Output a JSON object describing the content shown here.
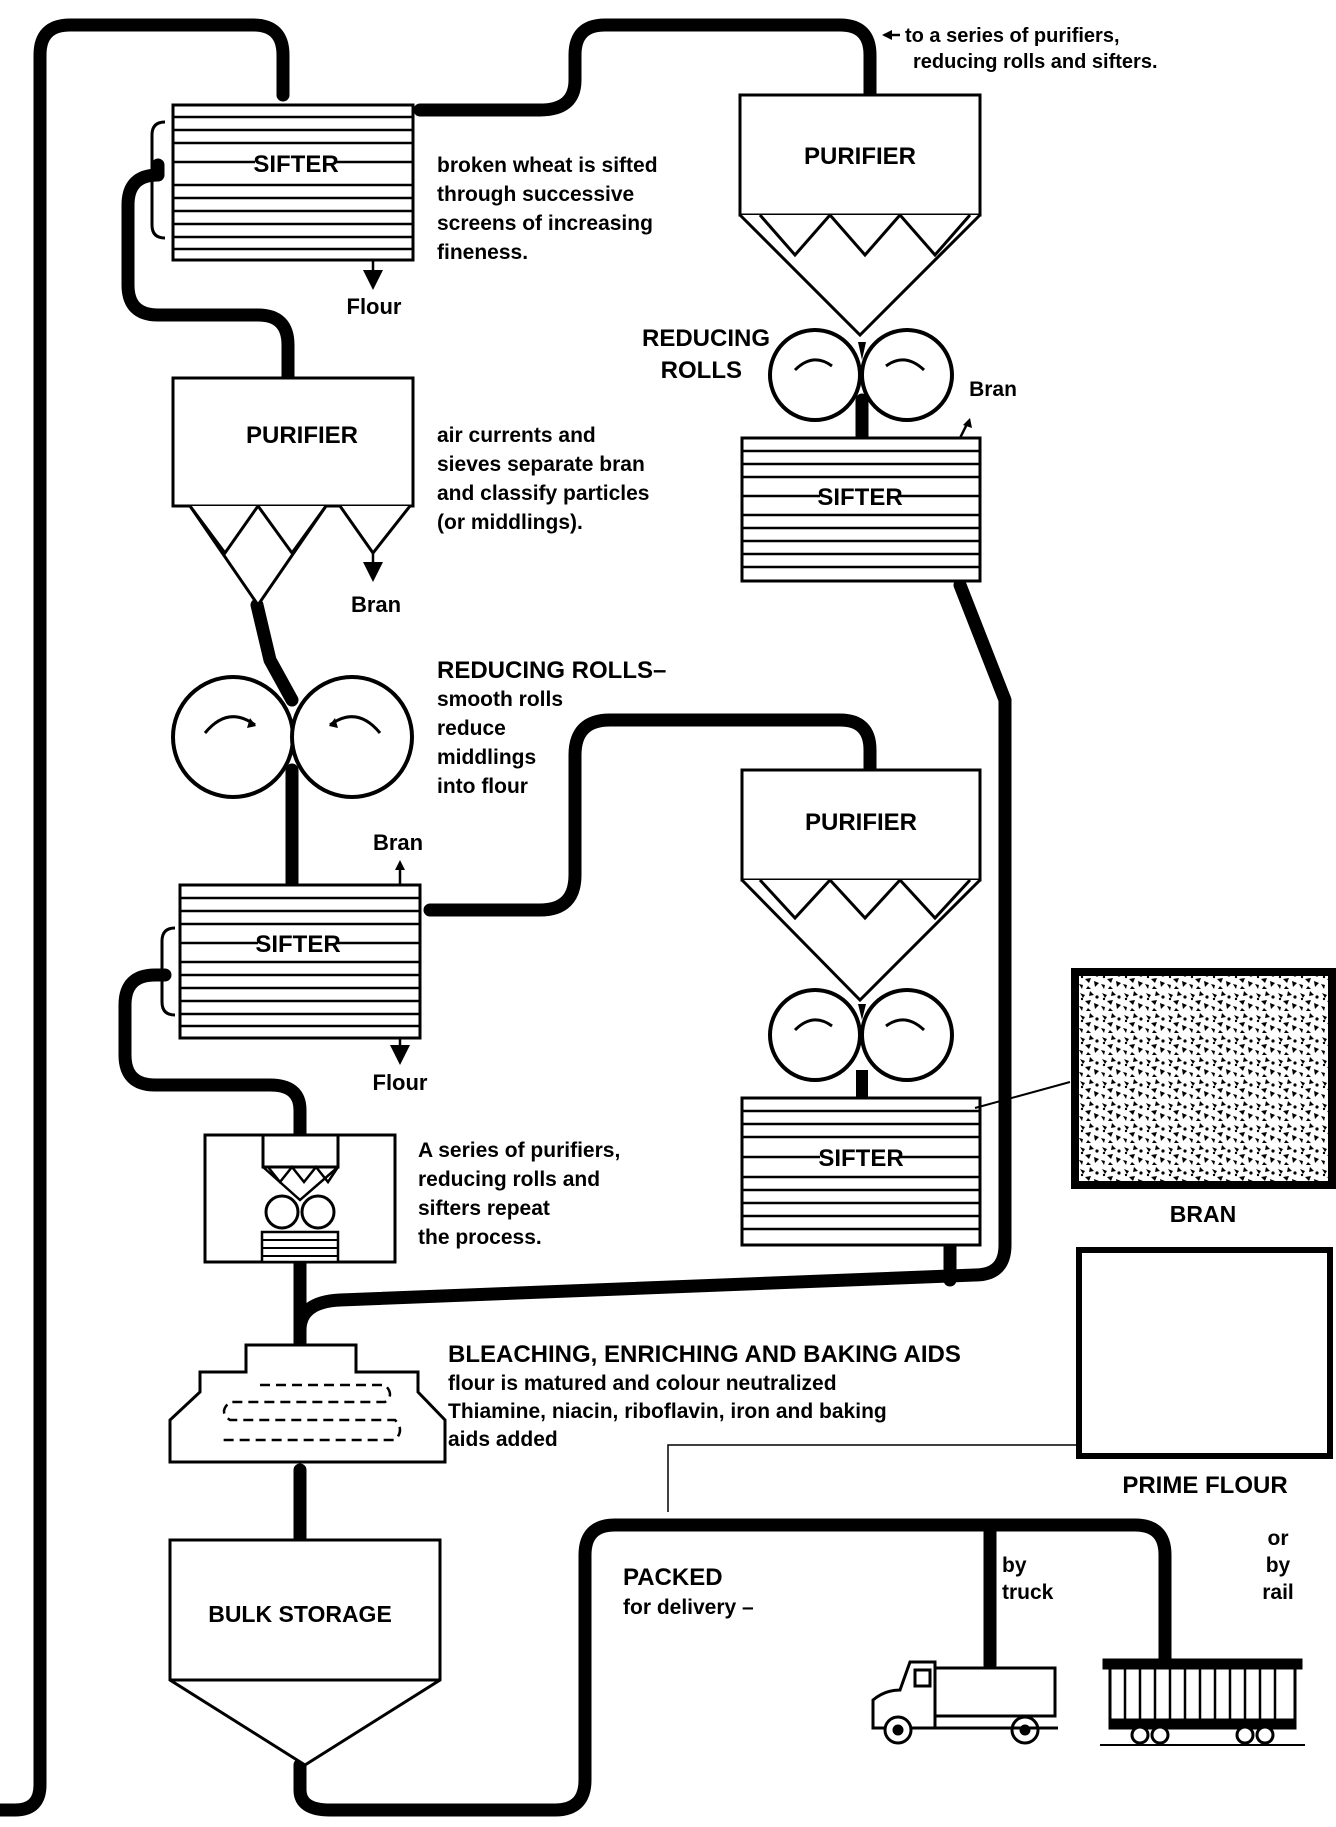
{
  "labels": {
    "sifter": "SIFTER",
    "purifier": "PURIFIER",
    "flour": "Flour",
    "bran": "Bran",
    "reducing_rolls_right_1": "REDUCING",
    "reducing_rolls_right_2": "ROLLS",
    "top_note_1": "to a series of purifiers,",
    "top_note_2": "reducing rolls and sifters.",
    "sifter_note": [
      "broken wheat is sifted",
      "through successive",
      "screens of increasing",
      "fineness."
    ],
    "purifier_note": [
      "air currents and",
      "sieves separate bran",
      "and classify particles",
      "(or middlings)."
    ],
    "rolls_heading": "REDUCING ROLLS–",
    "rolls_note": [
      "smooth rolls",
      "reduce",
      "middlings",
      "into flour"
    ],
    "series_note": [
      "A series of purifiers,",
      "reducing rolls and",
      "sifters repeat",
      "the process."
    ],
    "bleach_heading": "BLEACHING, ENRICHING AND BAKING AIDS",
    "bleach_note": [
      "flour is matured and colour neutralized",
      "Thiamine, niacin, riboflavin, iron and baking",
      "aids added"
    ],
    "bulk_storage": "BULK STORAGE",
    "packed": "PACKED",
    "packed_note": "for delivery –",
    "by_truck": [
      "by",
      "truck"
    ],
    "by_rail": [
      "or",
      "by",
      "rail"
    ],
    "bran_sample": "BRAN",
    "prime_flour": "PRIME FLOUR"
  }
}
